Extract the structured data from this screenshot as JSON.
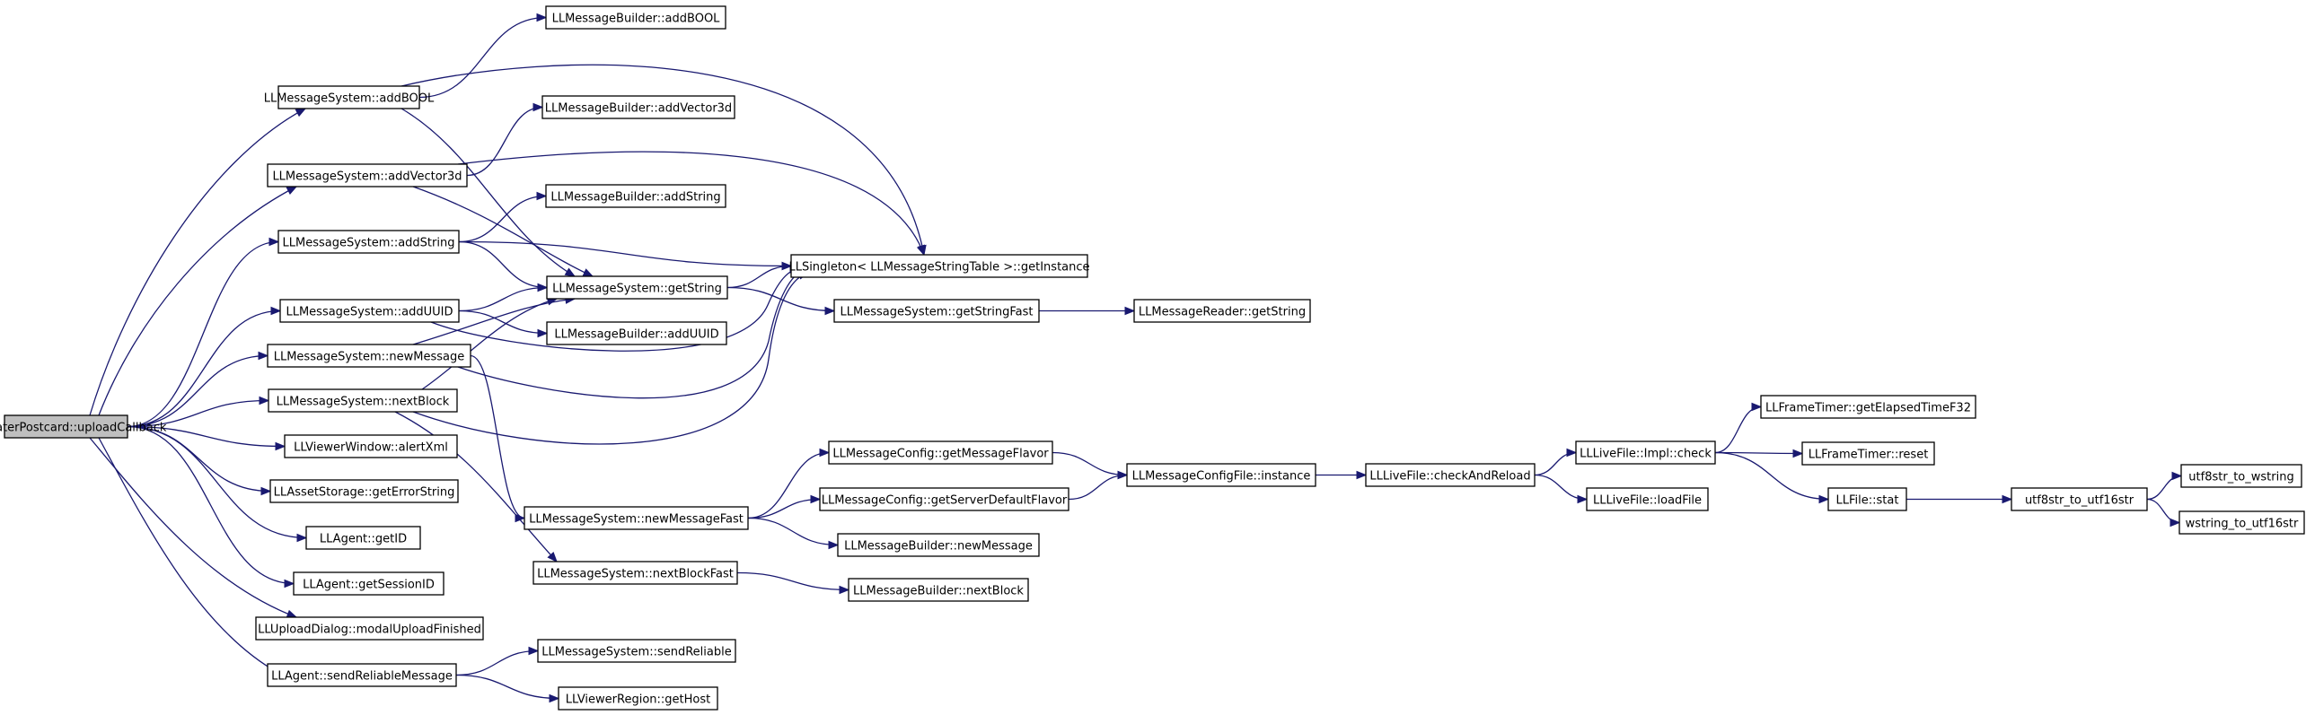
{
  "colors": {
    "edge": "#191970",
    "root_fill": "#bfbfbf",
    "node_fill": "#ffffff"
  },
  "nodes": [
    {
      "id": "root",
      "label": "LLFloaterPostcard::uploadCallback"
    },
    {
      "id": "msAddBOOL",
      "label": "LLMessageSystem::addBOOL"
    },
    {
      "id": "mbAddBOOL",
      "label": "LLMessageBuilder::addBOOL"
    },
    {
      "id": "mbAddVector3d",
      "label": "LLMessageBuilder::addVector3d"
    },
    {
      "id": "msAddVector3d",
      "label": "LLMessageSystem::addVector3d"
    },
    {
      "id": "mbAddString",
      "label": "LLMessageBuilder::addString"
    },
    {
      "id": "msAddString",
      "label": "LLMessageSystem::addString"
    },
    {
      "id": "singleton",
      "label": "LLSingleton< LLMessageStringTable >::getInstance"
    },
    {
      "id": "msGetString",
      "label": "LLMessageSystem::getString"
    },
    {
      "id": "msAddUUID",
      "label": "LLMessageSystem::addUUID"
    },
    {
      "id": "msGetStringFast",
      "label": "LLMessageSystem::getStringFast"
    },
    {
      "id": "mrGetString",
      "label": "LLMessageReader::getString"
    },
    {
      "id": "mbAddUUID",
      "label": "LLMessageBuilder::addUUID"
    },
    {
      "id": "msNewMessage",
      "label": "LLMessageSystem::newMessage"
    },
    {
      "id": "msNextBlock",
      "label": "LLMessageSystem::nextBlock"
    },
    {
      "id": "vwAlertXml",
      "label": "LLViewerWindow::alertXml"
    },
    {
      "id": "asGetErrorString",
      "label": "LLAssetStorage::getErrorString"
    },
    {
      "id": "mcGetMessageFlavor",
      "label": "LLMessageConfig::getMessageFlavor"
    },
    {
      "id": "mcfInstance",
      "label": "LLMessageConfigFile::instance"
    },
    {
      "id": "mcGetServerDefaultFlavor",
      "label": "LLMessageConfig::getServerDefaultFlavor"
    },
    {
      "id": "msNewMessageFast",
      "label": "LLMessageSystem::newMessageFast"
    },
    {
      "id": "mbNewMessage",
      "label": "LLMessageBuilder::newMessage"
    },
    {
      "id": "agentGetID",
      "label": "LLAgent::getID"
    },
    {
      "id": "agentGetSessionID",
      "label": "LLAgent::getSessionID"
    },
    {
      "id": "msNextBlockFast",
      "label": "LLMessageSystem::nextBlockFast"
    },
    {
      "id": "mbNextBlock",
      "label": "LLMessageBuilder::nextBlock"
    },
    {
      "id": "udModalUploadFinished",
      "label": "LLUploadDialog::modalUploadFinished"
    },
    {
      "id": "agentSendReliableMessage",
      "label": "LLAgent::sendReliableMessage"
    },
    {
      "id": "msSendReliable",
      "label": "LLMessageSystem::sendReliable"
    },
    {
      "id": "vrGetHost",
      "label": "LLViewerRegion::getHost"
    },
    {
      "id": "lfCheckAndReload",
      "label": "LLLiveFile::checkAndReload"
    },
    {
      "id": "lfImplCheck",
      "label": "LLLiveFile::Impl::check"
    },
    {
      "id": "lfLoadFile",
      "label": "LLLiveFile::loadFile"
    },
    {
      "id": "ftGetElapsedTimeF32",
      "label": "LLFrameTimer::getElapsedTimeF32"
    },
    {
      "id": "ftReset",
      "label": "LLFrameTimer::reset"
    },
    {
      "id": "fileStat",
      "label": "LLFile::stat"
    },
    {
      "id": "utf8ToUtf16",
      "label": "utf8str_to_utf16str"
    },
    {
      "id": "utf8ToWstring",
      "label": "utf8str_to_wstring"
    },
    {
      "id": "wstringToUtf16",
      "label": "wstring_to_utf16str"
    }
  ],
  "edges": [
    [
      "root",
      "msAddBOOL"
    ],
    [
      "root",
      "msAddVector3d"
    ],
    [
      "root",
      "msAddString"
    ],
    [
      "root",
      "msAddUUID"
    ],
    [
      "root",
      "msNewMessage"
    ],
    [
      "root",
      "msNextBlock"
    ],
    [
      "root",
      "vwAlertXml"
    ],
    [
      "root",
      "asGetErrorString"
    ],
    [
      "root",
      "agentGetID"
    ],
    [
      "root",
      "agentGetSessionID"
    ],
    [
      "root",
      "udModalUploadFinished"
    ],
    [
      "root",
      "agentSendReliableMessage"
    ],
    [
      "msAddBOOL",
      "mbAddBOOL"
    ],
    [
      "msAddBOOL",
      "singleton"
    ],
    [
      "msAddBOOL",
      "msGetString"
    ],
    [
      "msAddVector3d",
      "mbAddVector3d"
    ],
    [
      "msAddVector3d",
      "singleton"
    ],
    [
      "msAddVector3d",
      "msGetString"
    ],
    [
      "msAddString",
      "mbAddString"
    ],
    [
      "msAddString",
      "singleton"
    ],
    [
      "msAddString",
      "msGetString"
    ],
    [
      "msAddUUID",
      "msGetString"
    ],
    [
      "msAddUUID",
      "mbAddUUID"
    ],
    [
      "msAddUUID",
      "singleton"
    ],
    [
      "msGetString",
      "singleton"
    ],
    [
      "msGetString",
      "msGetStringFast"
    ],
    [
      "msGetStringFast",
      "mrGetString"
    ],
    [
      "msNewMessage",
      "msGetString"
    ],
    [
      "msNewMessage",
      "singleton"
    ],
    [
      "msNewMessage",
      "msNewMessageFast"
    ],
    [
      "msNextBlock",
      "msGetString"
    ],
    [
      "msNextBlock",
      "singleton"
    ],
    [
      "msNextBlock",
      "msNextBlockFast"
    ],
    [
      "msNewMessageFast",
      "mcGetMessageFlavor"
    ],
    [
      "msNewMessageFast",
      "mcGetServerDefaultFlavor"
    ],
    [
      "msNewMessageFast",
      "mbNewMessage"
    ],
    [
      "mcGetMessageFlavor",
      "mcfInstance"
    ],
    [
      "mcGetServerDefaultFlavor",
      "mcfInstance"
    ],
    [
      "mcfInstance",
      "lfCheckAndReload"
    ],
    [
      "lfCheckAndReload",
      "lfImplCheck"
    ],
    [
      "lfCheckAndReload",
      "lfLoadFile"
    ],
    [
      "lfImplCheck",
      "ftGetElapsedTimeF32"
    ],
    [
      "lfImplCheck",
      "ftReset"
    ],
    [
      "lfImplCheck",
      "fileStat"
    ],
    [
      "fileStat",
      "utf8ToUtf16"
    ],
    [
      "utf8ToUtf16",
      "utf8ToWstring"
    ],
    [
      "utf8ToUtf16",
      "wstringToUtf16"
    ],
    [
      "msNextBlockFast",
      "mbNextBlock"
    ],
    [
      "agentSendReliableMessage",
      "msSendReliable"
    ],
    [
      "agentSendReliableMessage",
      "vrGetHost"
    ]
  ]
}
